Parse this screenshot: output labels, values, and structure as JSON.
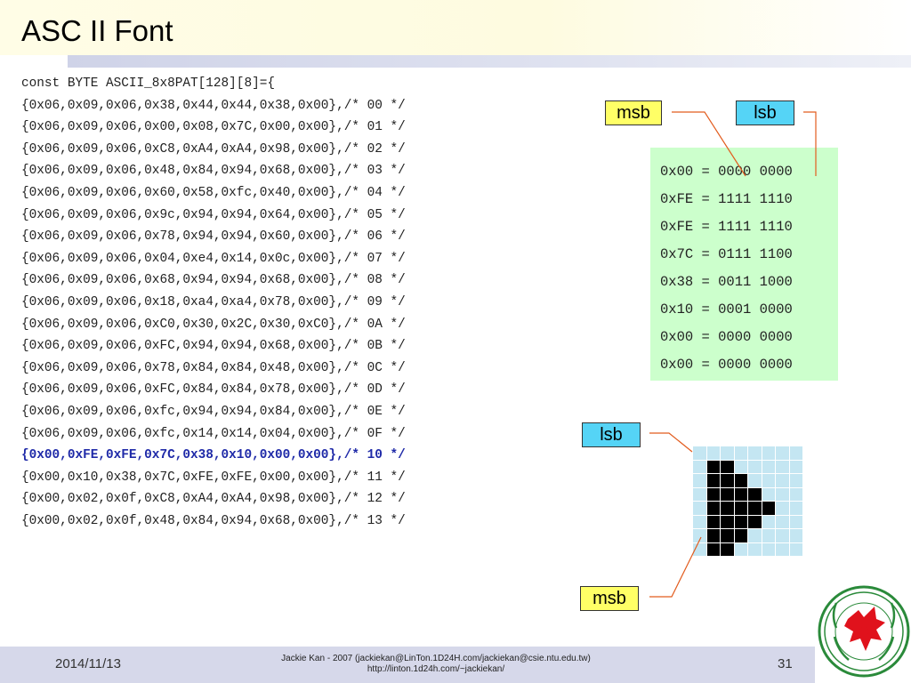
{
  "slide": {
    "title": "ASC II Font",
    "code_lines": [
      "const BYTE ASCII_8x8PAT[128][8]={",
      "{0x06,0x09,0x06,0x38,0x44,0x44,0x38,0x00},/* 00 */",
      "{0x06,0x09,0x06,0x00,0x08,0x7C,0x00,0x00},/* 01 */",
      "{0x06,0x09,0x06,0xC8,0xA4,0xA4,0x98,0x00},/* 02 */",
      "{0x06,0x09,0x06,0x48,0x84,0x94,0x68,0x00},/* 03 */",
      "{0x06,0x09,0x06,0x60,0x58,0xfc,0x40,0x00},/* 04 */",
      "{0x06,0x09,0x06,0x9c,0x94,0x94,0x64,0x00},/* 05 */",
      "{0x06,0x09,0x06,0x78,0x94,0x94,0x60,0x00},/* 06 */",
      "{0x06,0x09,0x06,0x04,0xe4,0x14,0x0c,0x00},/* 07 */",
      "{0x06,0x09,0x06,0x68,0x94,0x94,0x68,0x00},/* 08 */",
      "{0x06,0x09,0x06,0x18,0xa4,0xa4,0x78,0x00},/* 09 */",
      "{0x06,0x09,0x06,0xC0,0x30,0x2C,0x30,0xC0},/* 0A */",
      "{0x06,0x09,0x06,0xFC,0x94,0x94,0x68,0x00},/* 0B */",
      "{0x06,0x09,0x06,0x78,0x84,0x84,0x48,0x00},/* 0C */",
      "{0x06,0x09,0x06,0xFC,0x84,0x84,0x78,0x00},/* 0D */",
      "{0x06,0x09,0x06,0xfc,0x94,0x94,0x84,0x00},/* 0E */",
      "{0x06,0x09,0x06,0xfc,0x14,0x14,0x04,0x00},/* 0F */",
      "{0x00,0xFE,0xFE,0x7C,0x38,0x10,0x00,0x00},/* 10 */",
      "{0x00,0x10,0x38,0x7C,0xFE,0xFE,0x00,0x00},/* 11 */",
      "{0x00,0x02,0x0f,0xC8,0xA4,0xA4,0x98,0x00},/* 12 */",
      "{0x00,0x02,0x0f,0x48,0x84,0x94,0x68,0x00},/* 13 */"
    ],
    "highlight_index": 17,
    "labels": {
      "msb_top": "msb",
      "lsb_top": "lsb",
      "lsb_side": "lsb",
      "msb_bottom": "msb"
    },
    "binary_rows": [
      "0x00 = 0000 0000",
      "0xFE = 1111 1110",
      "0xFE = 1111 1110",
      "0x7C = 0111 1100",
      "0x38 = 0011 1000",
      "0x10 = 0001 0000",
      "0x00 = 0000 0000",
      "0x00 = 0000 0000"
    ],
    "bitmap_bytes": [
      0,
      254,
      254,
      124,
      56,
      16,
      0,
      0
    ],
    "colors": {
      "label_yellow": "#ffff66",
      "label_blue": "#55d4f6",
      "binary_bg": "#ccffcc",
      "highlight_text": "#1f2aa8",
      "connector": "#e25c1e"
    }
  },
  "footer": {
    "date": "2014/11/13",
    "credit_line1": "Jackie Kan - 2007 (jackiekan@LinTon.1D24H.com/jackiekan@csie.ntu.edu.tw)",
    "credit_line2": "http://linton.1d24h.com/~jackiekan/",
    "page_number": "31"
  }
}
